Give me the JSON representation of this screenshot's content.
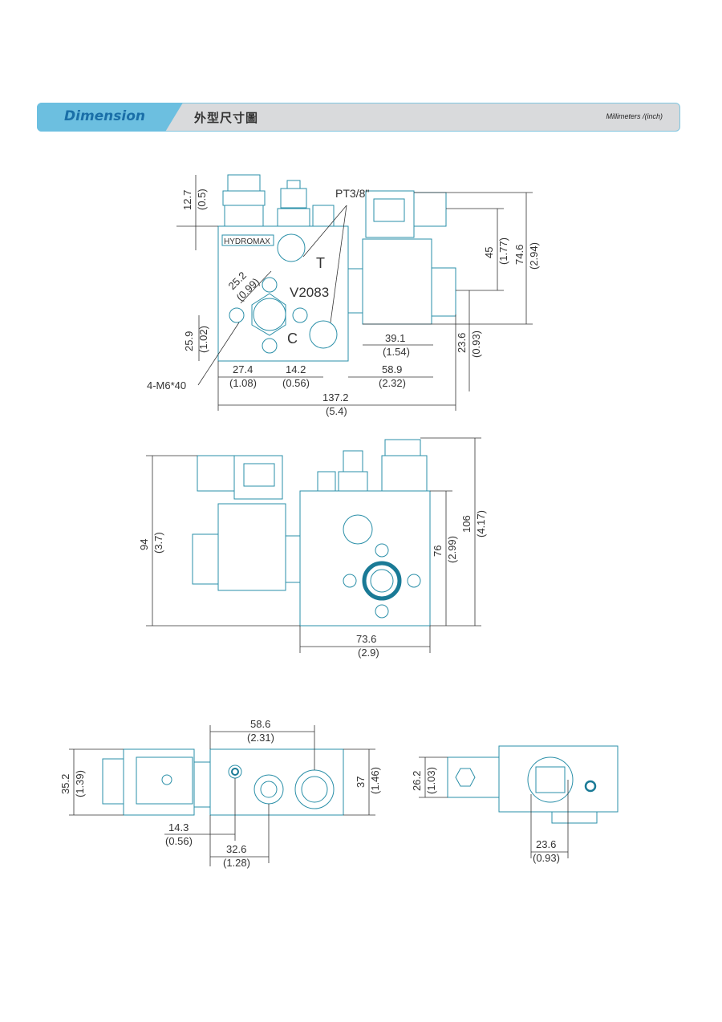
{
  "header": {
    "title": "Dimension",
    "title_cn": "外型尺寸圖",
    "units": "Millimeters /(inch)"
  },
  "colors": {
    "accent": "#6cbfe0",
    "line": "#2a8fa8",
    "bar": "#d9dadc"
  },
  "view1": {
    "brand": "HYDROMAX",
    "model": "V2083",
    "port_t": "T",
    "port_c": "C",
    "thread_label": "PT3/8\"",
    "bolt_label": "4-M6*40",
    "dims": {
      "d1": "12.7",
      "d1i": "(0.5)",
      "d2": "25.2",
      "d2i": "(0.99)",
      "d3": "25.9",
      "d3i": "(1.02)",
      "d4": "27.4",
      "d4i": "(1.08)",
      "d5": "14.2",
      "d5i": "(0.56)",
      "d6": "58.9",
      "d6i": "(2.32)",
      "d7": "137.2",
      "d7i": "(5.4)",
      "d8": "39.1",
      "d8i": "(1.54)",
      "d9": "23.6",
      "d9i": "(0.93)",
      "d10": "45",
      "d10i": "(1.77)",
      "d11": "74.6",
      "d11i": "(2.94)"
    }
  },
  "view2": {
    "dims": {
      "h1": "94",
      "h1i": "(3.7)",
      "h2": "76",
      "h2i": "(2.99)",
      "h3": "106",
      "h3i": "(4.17)",
      "w1": "73.6",
      "w1i": "(2.9)"
    }
  },
  "view3": {
    "dims": {
      "a": "58.6",
      "ai": "(2.31)",
      "b": "35.2",
      "bi": "(1.39)",
      "c": "37",
      "ci": "(1.46)",
      "d": "14.3",
      "di": "(0.56)",
      "e": "32.6",
      "ei": "(1.28)"
    }
  },
  "view4": {
    "dims": {
      "a": "26.2",
      "ai": "(1.03)",
      "b": "23.6",
      "bi": "(0.93)"
    }
  }
}
